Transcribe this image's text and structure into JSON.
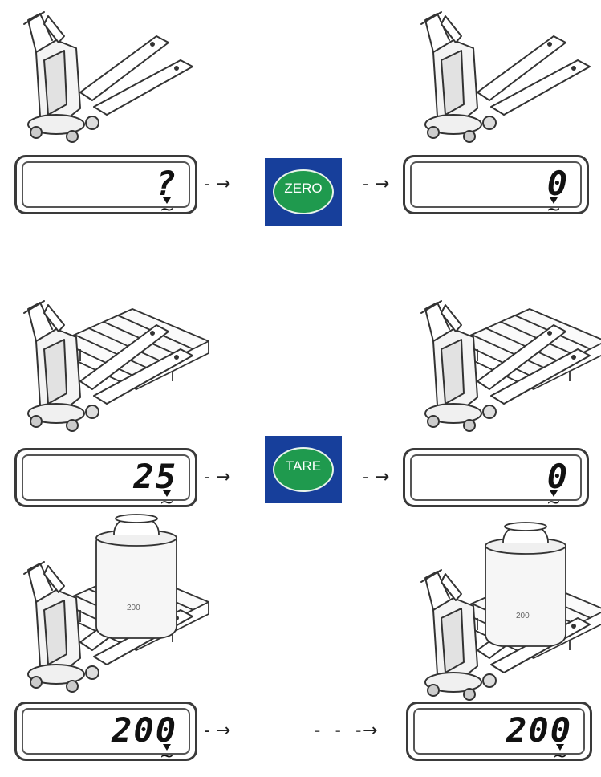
{
  "steps": [
    {
      "before_display": "?",
      "key_label": "ZERO",
      "after_display": "0"
    },
    {
      "before_display": "25",
      "key_label": "TARE",
      "after_display": "0"
    },
    {
      "before_display": "200",
      "after_display": "200"
    }
  ],
  "weight_label": "200",
  "colors": {
    "key_background": "#173f9b",
    "key_oval": "#1f9a4e"
  },
  "icons": [
    "pallet-truck-illustration",
    "pallet-illustration",
    "weight-illustration",
    "arrow-right-icon",
    "stability-indicator-icon"
  ]
}
